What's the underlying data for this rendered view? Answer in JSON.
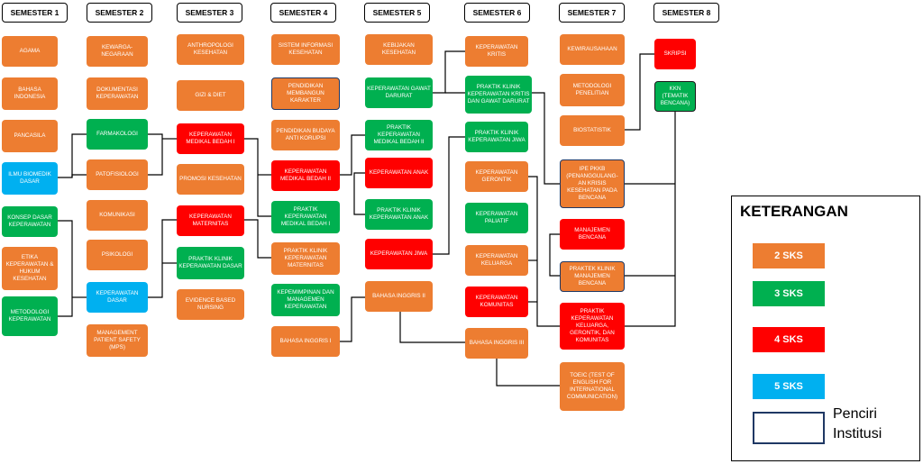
{
  "semesters": [
    "SEMESTER 1",
    "SEMESTER 2",
    "SEMESTER 3",
    "SEMESTER 4",
    "SEMESTER 5",
    "SEMESTER 6",
    "SEMESTER 7",
    "SEMESTER 8"
  ],
  "courses": {
    "s1": [
      "AGAMA",
      "BAHASA INDONESIA",
      "PANCASILA",
      "ILMU BIOMEDIK DASAR",
      "KONSEP DASAR KEPERAWATAN",
      "ETIKA KEPERAWATAN & HUKUM KESEHATAN",
      "METODOLOGI KEPERAWATAN"
    ],
    "s2": [
      "KEWARGA-NEGARAAN",
      "DOKUMENTASI KEPERAWATAN",
      "FARMAKOLOGI",
      "PATOFISIOLOGI",
      "KOMUNIKASI",
      "PSIKOLOGI",
      "KEPERAWATAN DASAR",
      "MANAGEMENT PATIENT SAFETY (MPS)"
    ],
    "s3": [
      "ANTHROPOLOGI KESEHATAN",
      "GIZI & DIET",
      "KEPERAWATAN MEDIKAL BEDAH I",
      "PROMOSI KESEHATAN",
      "KEPERAWATAN MATERNITAS",
      "PRAKTIK KLINIK KEPERAWATAN DASAR",
      "EVIDENCE BASED NURSING"
    ],
    "s4": [
      "SISTEM INFORMASI KESEHATAN",
      "PENDIDIKAN MEMBANGUN KARAKTER",
      "PENDIDIKAN BUDAYA ANTI KORUPSI",
      "KEPERAWATAN MEDIKAL BEDAH II",
      "PRAKTIK KEPERAWATAN MEDIKAL BEDAH I",
      "PRAKTIK KLINIK KEPERAWATAN MATERNITAS",
      "KEPEMIMPINAN DAN MANAGEMEN KEPERAWATAN",
      "BAHASA INGGRIS I"
    ],
    "s5": [
      "KEBIJAKAN KESEHATAN",
      "KEPERAWATAN GAWAT DARURAT",
      "PRAKTIK KEPERAWATAN MEDIKAL BEDAH II",
      "KEPERAWATAN ANAK",
      "PRAKTIK KLINIK KEPERAWATAN ANAK",
      "KEPERAWATAN JIWA",
      "BAHASA INGGRIS II"
    ],
    "s6": [
      "KEPERAWATAN KRITIS",
      "PRAKTIK KLINIK KEPERAWATAN KRITIS DAN GAWAT DARURAT",
      "PRAKTIK KLINIK KEPERAWATAN JIWA",
      "KEPERAWATAN GERONTIK",
      "KEPERAWATAN PALIATIF",
      "KEPERAWATAN KELUARGA",
      "KEPERAWATAN KOMUNITAS",
      "BAHASA INGGRIS III"
    ],
    "s7": [
      "KEWIRAUSAHAAN",
      "METODOLOGI PENELITIAN",
      "BIOSTATISTIK",
      "IPE PKKB (PENANGGULANG-AN KRISIS KESEHATAN PADA BENCANA",
      "MANAJEMEN BENCANA",
      "PRAKTEK KLINIK MANAJEMEN BENCANA",
      "PRAKTIK KEPERAWATAN KELUARGA, GERONTIK, DAN KOMUNITAS",
      "TOEIC (TEST OF ENGLISH FOR INTERNATIONAL COMMUNICATION)"
    ],
    "s8": [
      "SKRIPSI",
      "KKN (TEMATIK BENCANA)"
    ]
  },
  "legend": {
    "title": "KETERANGAN",
    "items": [
      "2 SKS",
      "3 SKS",
      "4 SKS",
      "5 SKS"
    ],
    "institution_label": "Penciri Institusi"
  },
  "colors": {
    "sks2": "#ED7D31",
    "sks3": "#00B050",
    "sks4": "#FF0000",
    "sks5": "#00B0F0",
    "institution_border": "#1F3864",
    "connector": "#000000"
  }
}
